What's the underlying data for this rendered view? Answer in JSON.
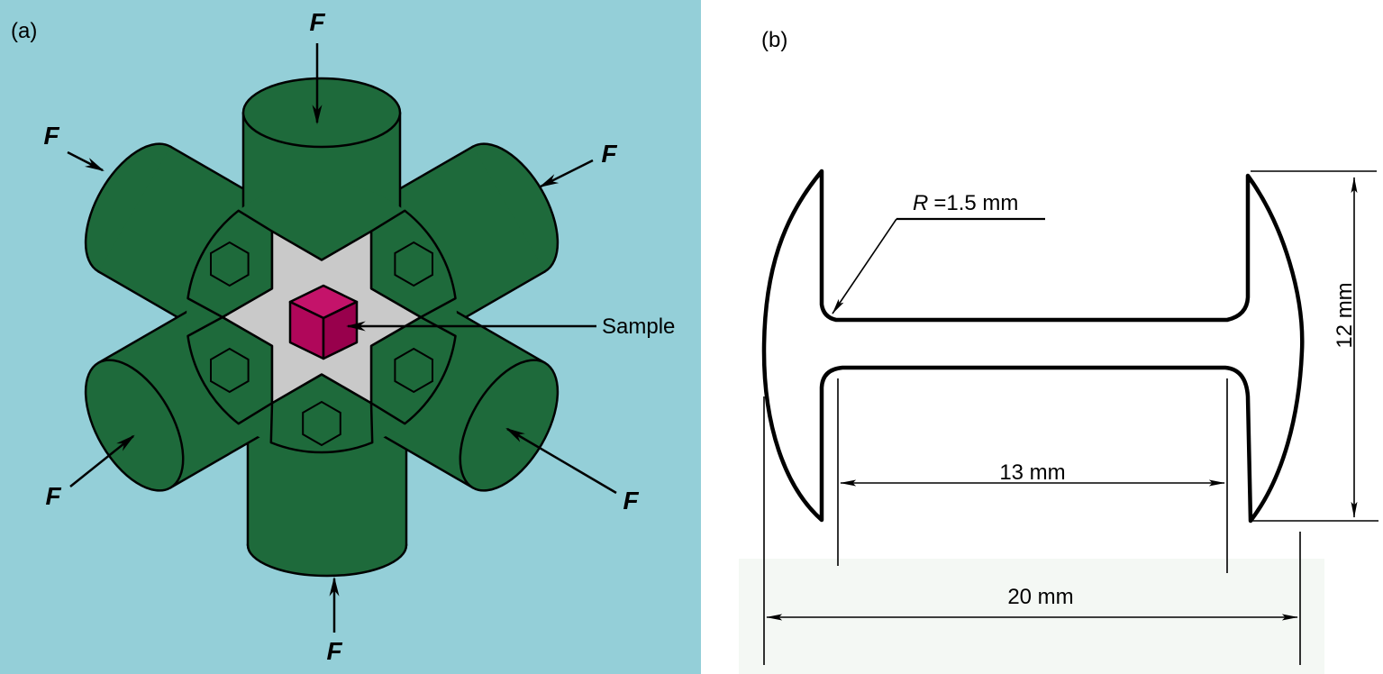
{
  "figure": {
    "panel_a": {
      "label": "(a)",
      "force_labels": {
        "top": "F",
        "upper_left": "F",
        "upper_right": "F",
        "lower_left": "F",
        "lower_right": "F",
        "bottom": "F"
      },
      "sample_label": "Sample"
    },
    "panel_b": {
      "label": "(b)",
      "radius_symbol": "R",
      "radius_value": "=1.5 mm",
      "height_dimension": "12 mm",
      "gauge_length_dimension": "13 mm",
      "total_length_dimension": "20 mm"
    }
  },
  "colors": {
    "panel_a_background": "#94CFD8",
    "anvil": "#1E6A3B",
    "gasket": "#C9C9C9",
    "sample_top": "#C4136A",
    "sample_left": "#B0075A",
    "sample_right": "#98004C",
    "scan_artifact": "#F4F8F4"
  }
}
